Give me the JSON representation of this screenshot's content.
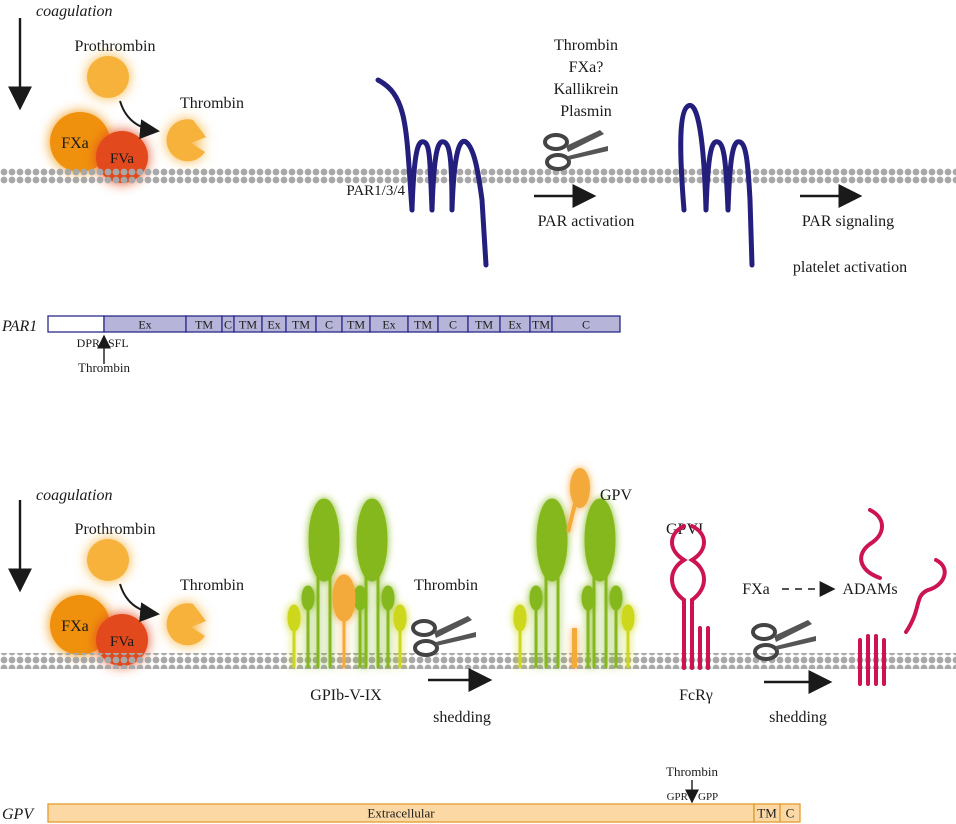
{
  "top": {
    "coagulation": "coagulation",
    "prothrombin": "Prothrombin",
    "thrombin": "Thrombin",
    "fxa": "FXa",
    "fva": "FVa",
    "proteases": [
      "Thrombin",
      "FXa?",
      "Kallikrein",
      "Plasmin"
    ],
    "receptor": "PAR1/3/4",
    "step1": "PAR activation",
    "step2": "PAR signaling",
    "step3": "platelet activation"
  },
  "par1_map": {
    "name": "PAR1",
    "segments": [
      "",
      "Ex",
      "TM",
      "C",
      "TM",
      "Ex",
      "TM",
      "C",
      "TM",
      "Ex",
      "TM",
      "C",
      "TM",
      "Ex",
      "TM",
      "C"
    ],
    "cleave_left": "DPR",
    "cleave_right": "SFL",
    "protease": "Thrombin"
  },
  "bottom": {
    "coagulation": "coagulation",
    "prothrombin": "Prothrombin",
    "thrombin": "Thrombin",
    "fxa": "FXa",
    "fva": "FVa",
    "complex": "GPIb-V-IX",
    "protease1": "Thrombin",
    "shedding1": "shedding",
    "gpv": "GPV",
    "gpvi": "GPVI",
    "fcr": "FcRγ",
    "protease2_a": "FXa",
    "protease2_b": "ADAMs",
    "shedding2": "shedding"
  },
  "gpv_map": {
    "name": "GPV",
    "segments": [
      "Extracellular",
      "TM",
      "C"
    ],
    "cleave_left": "GPR",
    "cleave_right": "GPP",
    "protease": "Thrombin"
  },
  "colors": {
    "fxa": "#f0910f",
    "fva": "#e24a1f",
    "prothrombin": "#f6b23a",
    "par": "#241f7d",
    "gp_green": "#84b81c",
    "gp_yellow": "#cdd81c",
    "gpv_orange": "#f4a93a",
    "gpvi": "#cc1454",
    "membrane": "#a8a8a8",
    "par_map_fill": "#b6b4d8",
    "par_map_stroke": "#2d2a8a",
    "gpv_map_fill": "#fbd8a4",
    "gpv_map_stroke": "#e39a2c"
  }
}
